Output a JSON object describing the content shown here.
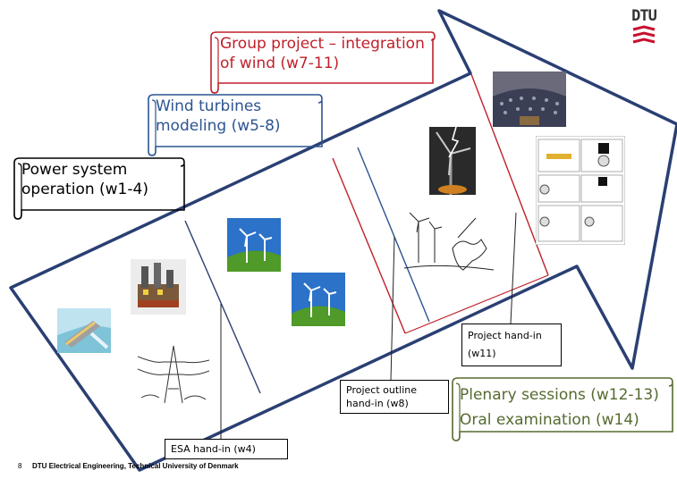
{
  "logo": {
    "text": "DTU",
    "color": "#c8102e"
  },
  "colors": {
    "arrow": "#2a3f73",
    "red": "#c0202a",
    "blue": "#2c5490",
    "black": "#000000",
    "green": "#556b2f"
  },
  "scrolls": {
    "power": {
      "line1": "Power system",
      "line2": "operation (w1-4)"
    },
    "wind": {
      "line1": "Wind turbines",
      "line2": "modeling (w5-8)"
    },
    "group": {
      "line1": "Group project – integration",
      "line2": "of wind  (w7-11)"
    },
    "plenary": {
      "line1": "Plenary sessions (w12-13)",
      "line2": "Oral examination (w14)"
    }
  },
  "handins": {
    "esa": "ESA hand-in (w4)",
    "outline_line1": "Project outline",
    "outline_line2": "hand-in (w8)",
    "project_line1": "Project hand-in",
    "project_line2": "(w11)"
  },
  "footer": {
    "page": "8",
    "text": "DTU Electrical Engineering, Technical University of Denmark"
  },
  "icons": [
    "hydro-dam-icon",
    "power-plant-icon",
    "wind-turbine-icon",
    "power-lines-icon",
    "lightning-turbine-icon",
    "don-quixote-icon",
    "parliament-icon",
    "comic-strip-icon"
  ]
}
